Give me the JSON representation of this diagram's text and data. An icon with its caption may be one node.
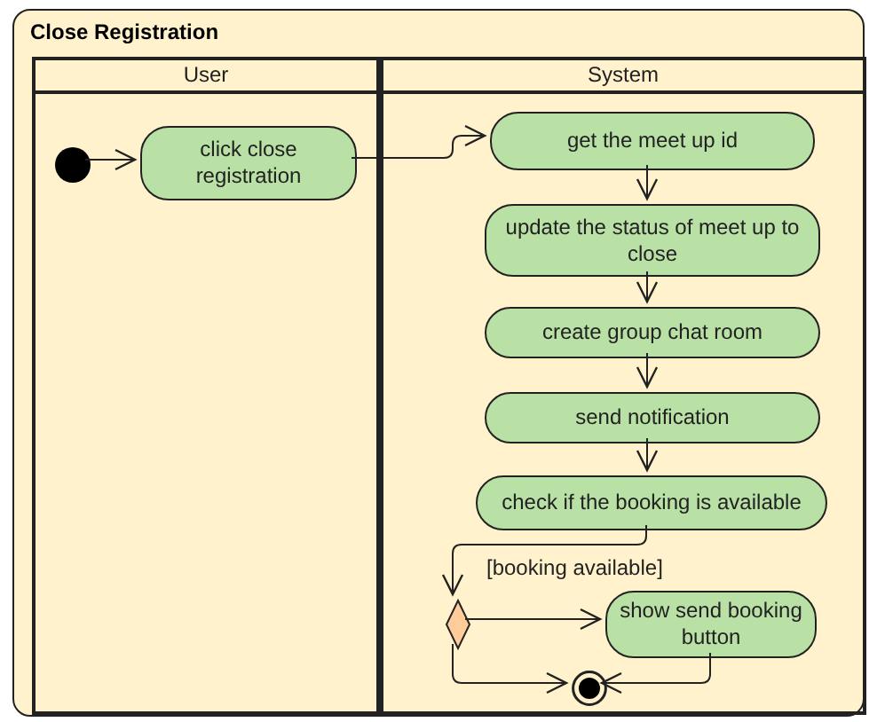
{
  "diagram": {
    "nodes": [
      {
        "text": [
          "Close Registration"
        ]
      },
      {
        "text": [
          "User"
        ],
        "in": 0
      },
      {
        "text": [
          "System"
        ],
        "in": 0
      },
      {
        "text": [],
        "shape": "circle",
        "in": 1
      },
      {
        "text": [
          "click close registration"
        ],
        "in": 1
      },
      {
        "text": [
          "get the meet up id"
        ],
        "in": 2
      },
      {
        "text": [
          "update the status of meet up to close"
        ],
        "in": 2
      },
      {
        "text": [
          "create group chat room"
        ],
        "in": 2
      },
      {
        "text": [
          "send notification"
        ],
        "in": 2
      },
      {
        "text": [
          "check if the booking is available"
        ],
        "in": 2
      },
      {
        "text": [],
        "shape": "diamond",
        "in": 2
      },
      {
        "text": [
          "show send booking button"
        ],
        "in": 2
      },
      {
        "text": [],
        "shape": "circle",
        "in": 2
      }
    ],
    "edges": [
      {
        "from": 3,
        "to": 4,
        "arrow": "to"
      },
      {
        "from": 4,
        "to": 5,
        "arrow": "to"
      },
      {
        "from": 5,
        "to": 6,
        "arrow": "to"
      },
      {
        "from": 6,
        "to": 7,
        "arrow": "to"
      },
      {
        "from": 7,
        "to": 8,
        "arrow": "to"
      },
      {
        "from": 8,
        "to": 9,
        "arrow": "to"
      },
      {
        "from": 9,
        "to": 10,
        "arrow": "to"
      },
      {
        "from": 10,
        "to": 11,
        "arrow": "to",
        "label": "[booking available]"
      },
      {
        "from": 10,
        "to": 12,
        "arrow": "to"
      },
      {
        "from": 11,
        "to": 12,
        "arrow": "to"
      }
    ]
  }
}
